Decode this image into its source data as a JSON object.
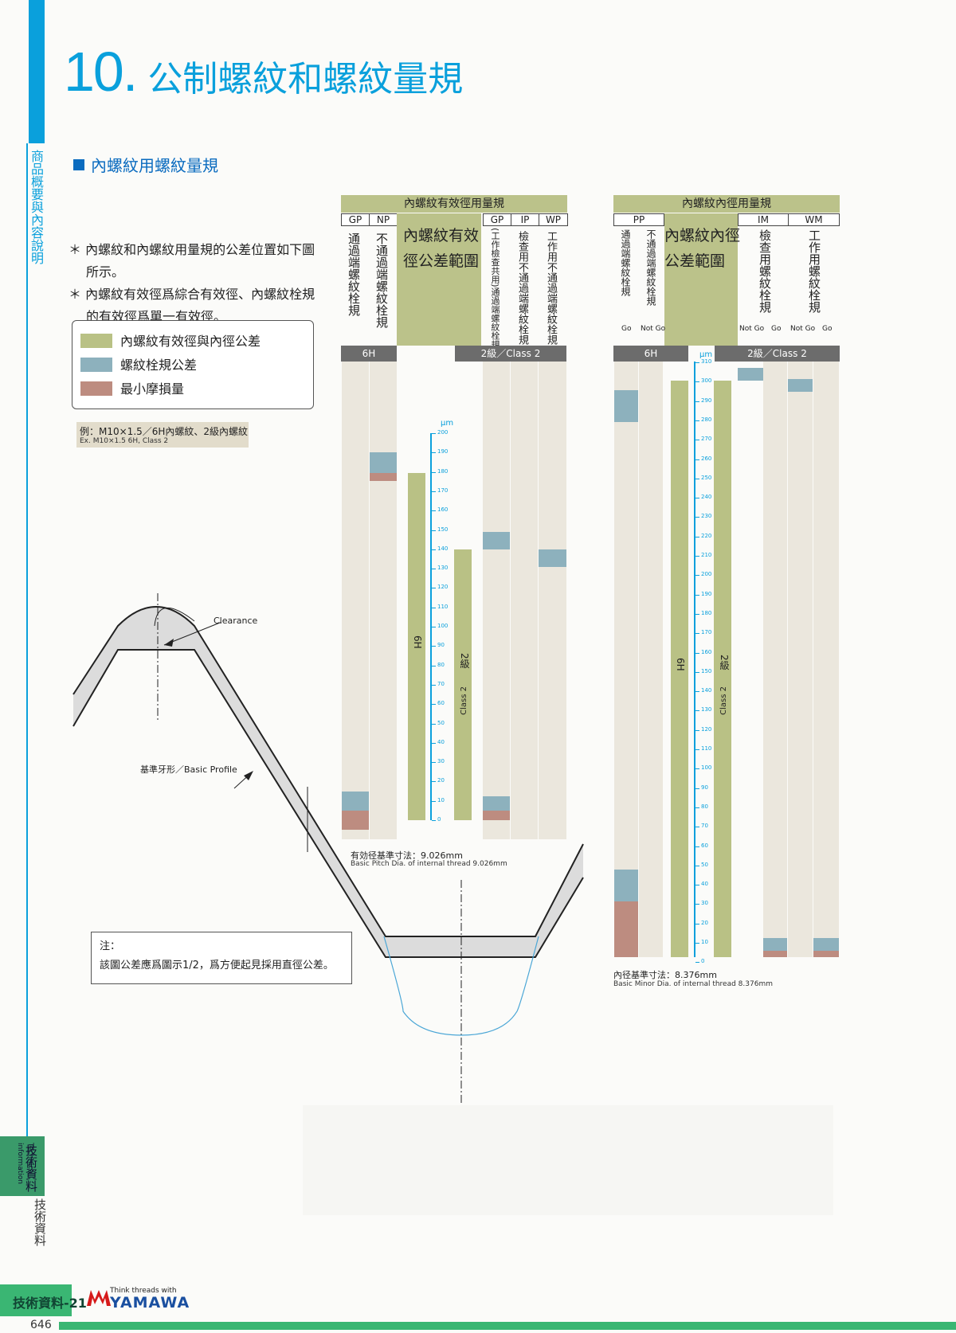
{
  "title": {
    "number": "10.",
    "text": "公制螺紋和螺紋量規"
  },
  "side_label": "商品概要與內容說明",
  "section_heading": "內螺紋用螺紋量規",
  "notes": [
    {
      "star": "＊",
      "line1": "內螺紋和內螺紋用量規的公差位置如下圖",
      "line2": "所示。"
    },
    {
      "star": "＊",
      "line1": "內螺紋有效徑爲綜合有效徑、內螺紋栓規",
      "line2": "的有效徑爲單一有效徑。"
    }
  ],
  "legend": [
    {
      "label": "內螺紋有效徑與內徑公差",
      "color": "#b9c185"
    },
    {
      "label": "螺紋栓規公差",
      "color": "#8db1bd"
    },
    {
      "label": "最小摩損量",
      "color": "#bd8c80"
    }
  ],
  "example": {
    "line1": "例：M10×1.5／6H內螺紋、2級內螺紋",
    "line2": "Ex. M10×1.5 6H, Class 2"
  },
  "profile_labels": {
    "clearance": "Clearance",
    "basic_profile": "基準牙形／Basic Profile"
  },
  "note_box": {
    "title": "注：",
    "text": "該圖公差應爲圖示1/2，爲方便起見採用直徑公差。"
  },
  "pitch_chart": {
    "header": "內螺紋有效徑用量規",
    "columns": [
      "GP",
      "NP",
      "GP",
      "IP",
      "WP"
    ],
    "col_desc": [
      "通過端螺紋栓規",
      "不通過端螺紋栓規",
      "(工作檢查共用)通過端螺紋栓規",
      "檢查用不通過端螺紋栓規",
      "工作用不通過端螺紋栓規"
    ],
    "center_label": [
      "內螺紋有效",
      "徑公差範圍"
    ],
    "class_left": "6H",
    "class_right": "2級／Class 2",
    "unit": "μm",
    "bar_label_6h": "6H",
    "bar_label_c2": "2級",
    "bar_label_c2_en": "Class 2",
    "scale_labels": [
      "200",
      "190",
      "180",
      "170",
      "160",
      "150",
      "140",
      "130",
      "120",
      "110",
      "100",
      "90",
      "80",
      "70",
      "60",
      "50",
      "40",
      "30",
      "20",
      "10",
      "0"
    ],
    "caption1": "有効径基準寸法：9.026mm",
    "caption2": "Basic Pitch Dia. of internal thread 9.026mm"
  },
  "minor_chart": {
    "header": "內螺紋內徑用量規",
    "columns": [
      "PP",
      "IM",
      "WM"
    ],
    "col_desc": [
      "通過端螺紋栓規",
      "不通過端螺紋栓規",
      "檢查用螺紋栓規",
      "工作用螺紋栓規"
    ],
    "subcols": [
      "Go",
      "Not Go",
      "Not Go",
      "Go",
      "Not Go",
      "Go"
    ],
    "center_label": [
      "內螺紋內徑",
      "公差範圍"
    ],
    "class_left": "6H",
    "class_right": "2級／Class 2",
    "unit": "μm",
    "bar_label_6h": "6H",
    "bar_label_c2": "2級",
    "bar_label_c2_en": "Class 2",
    "scale_labels": [
      "310",
      "300",
      "290",
      "280",
      "270",
      "260",
      "250",
      "240",
      "230",
      "220",
      "210",
      "200",
      "190",
      "180",
      "170",
      "160",
      "150",
      "140",
      "130",
      "120",
      "110",
      "100",
      "90",
      "80",
      "70",
      "60",
      "50",
      "40",
      "30",
      "20",
      "10",
      "0"
    ],
    "caption1": "內径基準寸法：8.376mm",
    "caption2": "Basic Minor Dia. of internal thread 8.376mm"
  },
  "footer": {
    "vertical_tag": "技術資料",
    "vertical_tag_en": "Technical information",
    "vertical_side": "技術資料",
    "page_code": "技術資料-21",
    "page_number": "646",
    "brand": "YAMAWA",
    "slogan": "Think threads with"
  }
}
